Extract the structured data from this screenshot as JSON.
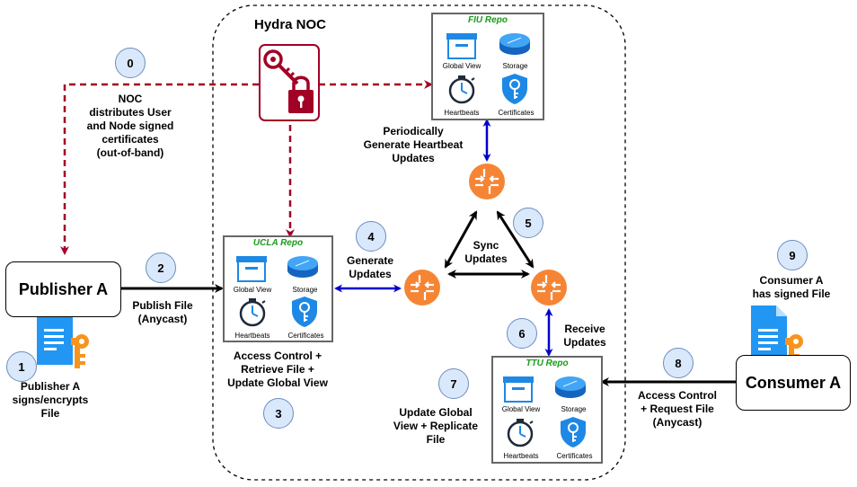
{
  "noc": {
    "title": "Hydra NOC"
  },
  "nodes": {
    "publisher": "Publisher A",
    "consumer": "Consumer A"
  },
  "repos": {
    "fiu": "FIU Repo",
    "ucla": "UCLA Repo",
    "ttu": "TTU Repo",
    "captions": {
      "global_view": "Global View",
      "storage": "Storage",
      "heartbeats": "Heartbeats",
      "certificates": "Certificates"
    }
  },
  "steps": [
    {
      "num": "0",
      "text": [
        "NOC",
        "distributes User",
        "and Node signed",
        "certificates",
        "(out-of-band)"
      ]
    },
    {
      "num": "1",
      "text": [
        "Publisher A",
        "signs/encrypts",
        "File"
      ]
    },
    {
      "num": "2",
      "text": [
        "Publish File",
        "(Anycast)"
      ]
    },
    {
      "num": "3",
      "text": [
        "Access Control +",
        "Retrieve File +",
        "Update Global View"
      ]
    },
    {
      "num": "4",
      "text": [
        "Generate",
        "Updates"
      ]
    },
    {
      "num": "5",
      "text": [
        "Sync",
        "Updates"
      ]
    },
    {
      "num": "6",
      "text": [
        "Receive",
        "Updates"
      ]
    },
    {
      "num": "7",
      "text": [
        "Update Global",
        "View + Replicate",
        "File"
      ]
    },
    {
      "num": "8",
      "text": [
        "Access Control",
        "+ Request File",
        "(Anycast)"
      ]
    },
    {
      "num": "9",
      "text": [
        "Consumer A",
        "has signed File"
      ]
    }
  ],
  "heartbeat_label": [
    "Periodically",
    "Generate Heartbeat",
    "Updates"
  ],
  "colors": {
    "noc_red": "#a20025",
    "router_orange": "#f58534",
    "link_blue": "#0000cc",
    "repo_green": "#1a9a1a",
    "icon_blue": "#1e88e5",
    "step_fill": "#dae8fc",
    "key_orange": "#f7941d"
  },
  "icons": [
    "key-lock-icon",
    "router-icon",
    "document-key-icon",
    "global-view-icon",
    "storage-icon",
    "heartbeats-stopwatch-icon",
    "certificate-shield-icon"
  ]
}
